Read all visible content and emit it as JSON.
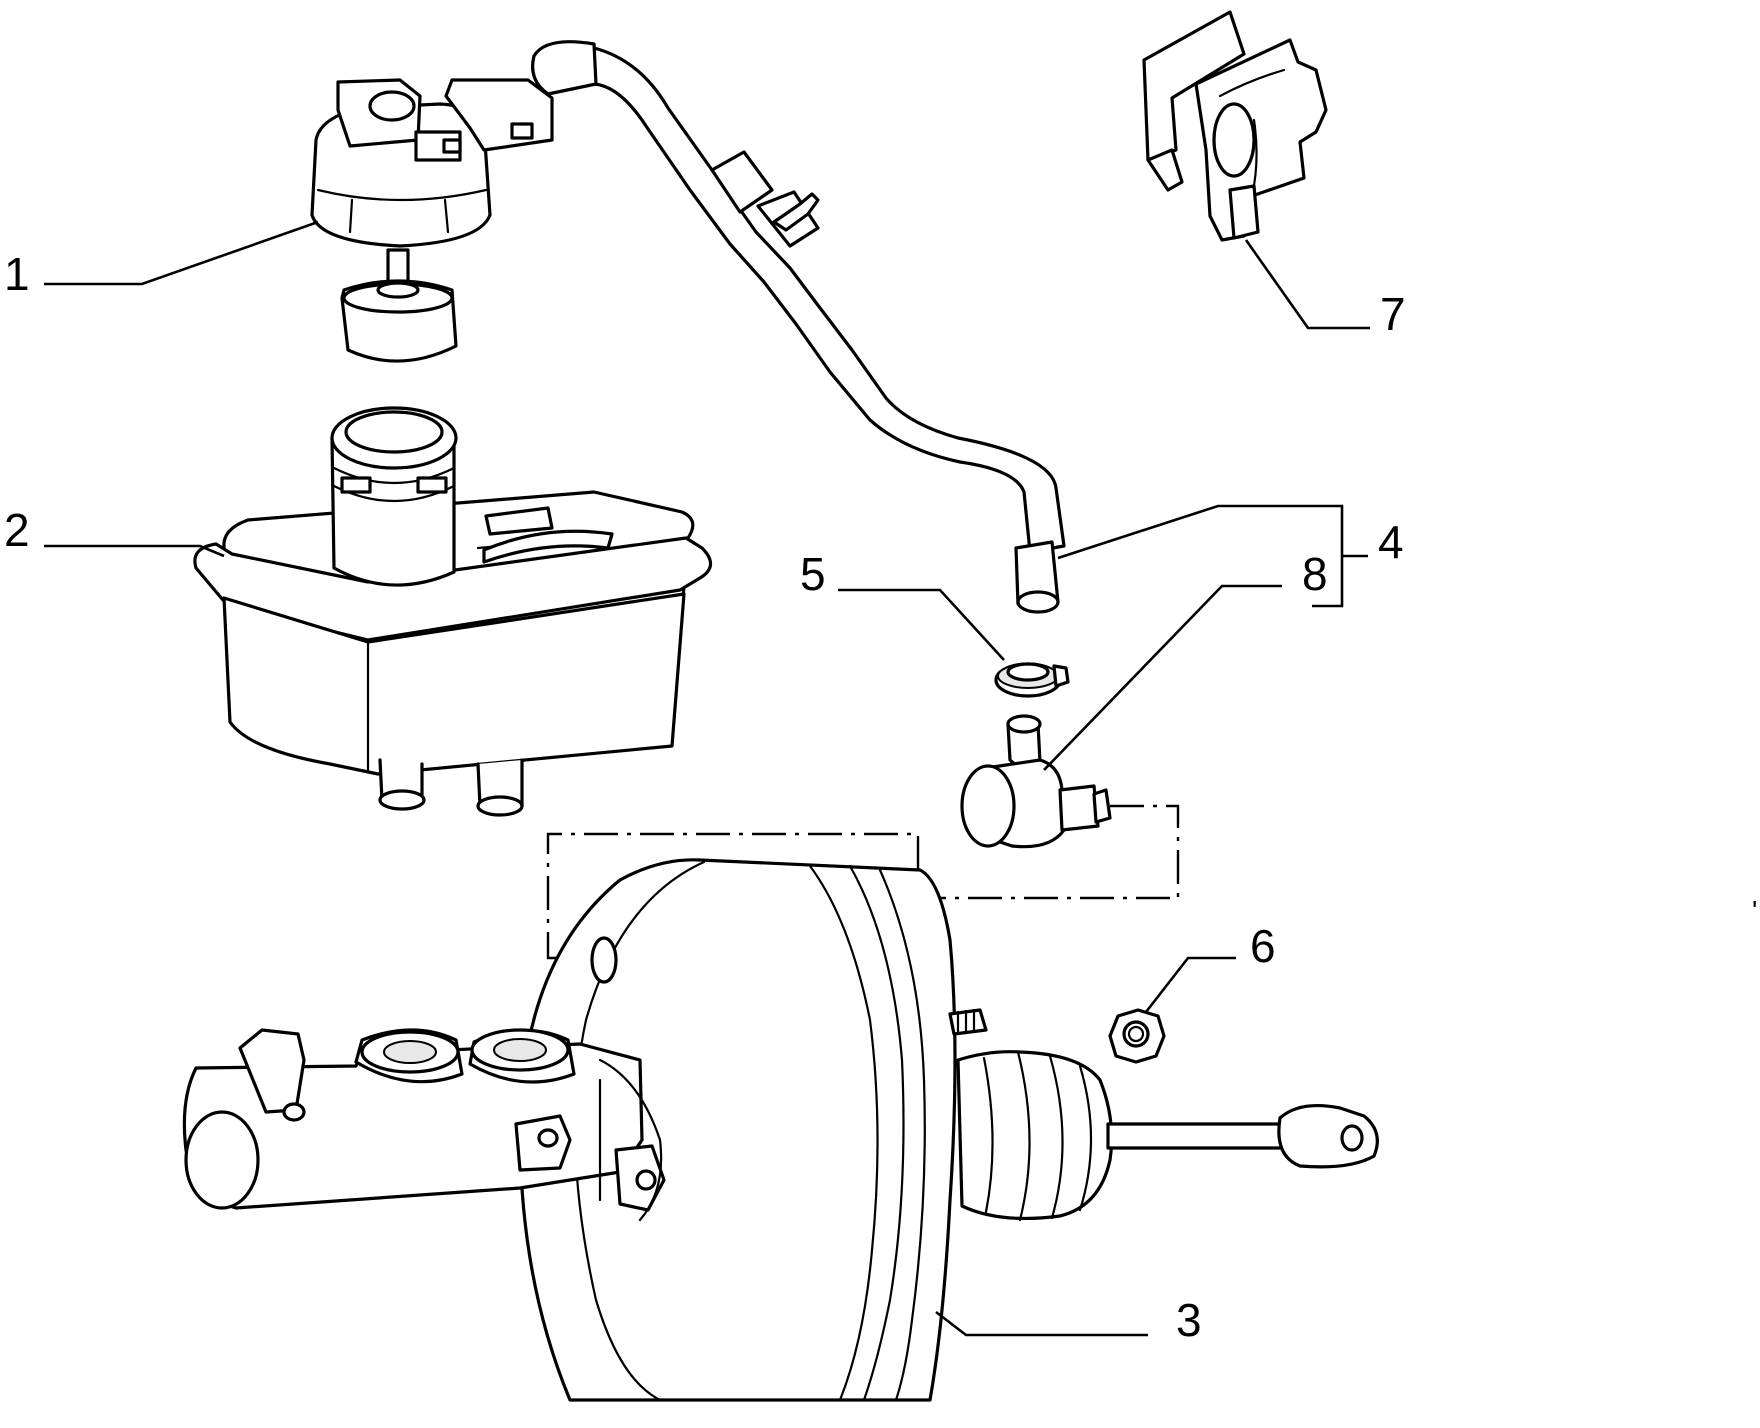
{
  "callouts": [
    {
      "id": "1",
      "label": "1"
    },
    {
      "id": "2",
      "label": "2"
    },
    {
      "id": "3",
      "label": "3"
    },
    {
      "id": "4",
      "label": "4"
    },
    {
      "id": "5",
      "label": "5"
    },
    {
      "id": "6",
      "label": "6"
    },
    {
      "id": "7",
      "label": "7"
    },
    {
      "id": "8",
      "label": "8"
    }
  ],
  "stray_mark": "'"
}
